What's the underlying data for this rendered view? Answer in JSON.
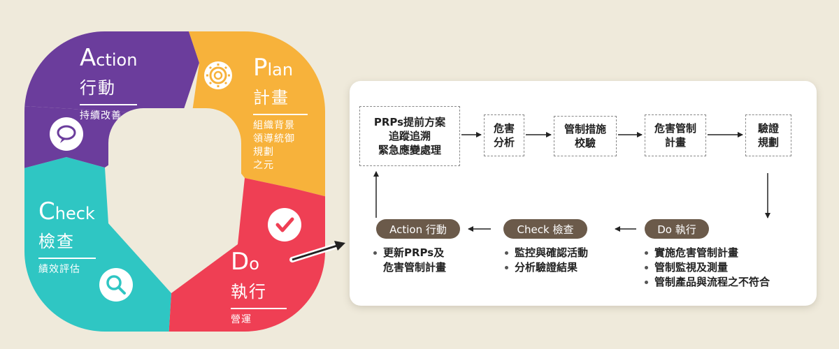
{
  "cycle": {
    "action": {
      "initial": "A",
      "rest": "ction",
      "zh": "行動",
      "desc": "持續改善",
      "color": "#6b3d9c"
    },
    "plan": {
      "initial": "P",
      "rest": "lan",
      "zh": "計畫",
      "desc": [
        "組織背景",
        "領導統御",
        "規劃",
        "之元"
      ],
      "color": "#f7b23b"
    },
    "do": {
      "initial": "D",
      "rest": "o",
      "zh": "執行",
      "desc": "營運",
      "color": "#ef3f54"
    },
    "check": {
      "initial": "C",
      "rest": "heck",
      "zh": "檢查",
      "desc": "績效評估",
      "color": "#2fc6c3"
    },
    "icons": [
      "gear-icon",
      "chat-bubble-icon",
      "checkmark-icon",
      "magnifier-icon"
    ]
  },
  "flow": {
    "top_boxes": [
      {
        "lines": [
          "PRPs提前方案",
          "追蹤追溯",
          "緊急應變處理"
        ]
      },
      {
        "lines": [
          "危害",
          "分析"
        ]
      },
      {
        "lines": [
          "管制措施",
          "校驗"
        ]
      },
      {
        "lines": [
          "危害管制",
          "計畫"
        ]
      },
      {
        "lines": [
          "驗證",
          "規劃"
        ]
      }
    ],
    "pills": [
      {
        "label": "Action 行動",
        "items": [
          [
            "更新PRPs及",
            "危害管制計畫"
          ]
        ]
      },
      {
        "label": "Check 檢查",
        "items": [
          [
            "監控與確認活動"
          ],
          [
            "分析驗證結果"
          ]
        ]
      },
      {
        "label": "Do 執行",
        "items": [
          [
            "實施危害管制計畫"
          ],
          [
            "管制監視及測量"
          ],
          [
            "管制產品與流程之不符合"
          ]
        ]
      }
    ]
  }
}
